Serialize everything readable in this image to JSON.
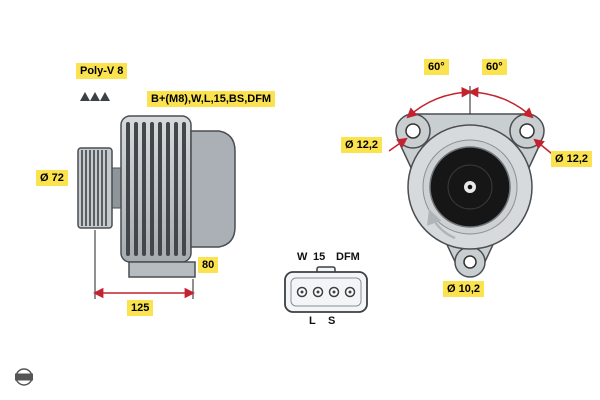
{
  "side_view": {
    "poly_v_label": "Poly-V 8",
    "terminals_label": "B+(M8),W,L,15,BS,DFM",
    "pulley_diameter_label": "Ø 72",
    "depth_label": "80",
    "length_label": "125"
  },
  "front_view": {
    "angle_left_label": "60°",
    "angle_right_label": "60°",
    "hole_left_label": "Ø 12,2",
    "hole_right_label": "Ø 12,2",
    "hole_bottom_label": "Ø 10,2"
  },
  "connector": {
    "top_labels": [
      "W",
      "15",
      "DFM"
    ],
    "bottom_labels": [
      "L",
      "S"
    ]
  },
  "colors": {
    "label_background": "#fbe24f",
    "dimension_red": "#c2232e",
    "body_gray": "#c3c8cc",
    "dark_detail": "#3c4043"
  }
}
